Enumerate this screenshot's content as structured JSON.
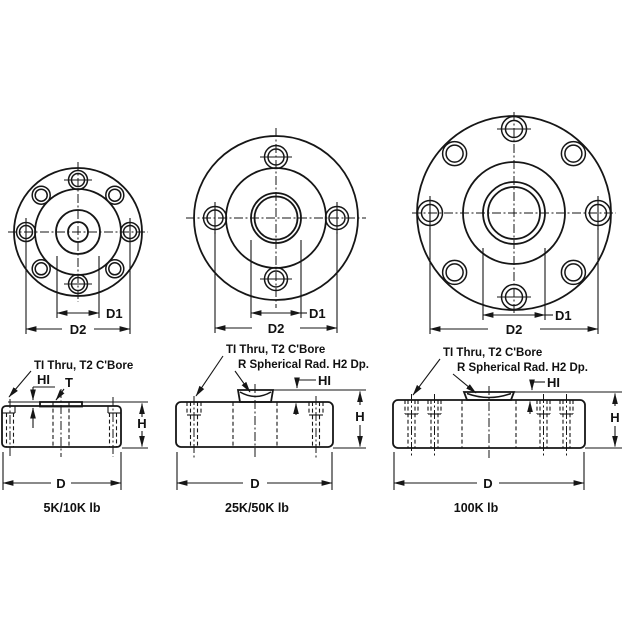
{
  "labels": {
    "d1": "D1",
    "d2": "D2",
    "d": "D",
    "h": "H",
    "h1": "HI",
    "t": "T"
  },
  "annotations": {
    "thru_cbore": "TI Thru, T2 C'Bore",
    "spherical": "R Spherical Rad. H2 Dp."
  },
  "variants": [
    {
      "capacity": "5K/10K lb"
    },
    {
      "capacity": "25K/50K lb"
    },
    {
      "capacity": "100K lb"
    }
  ]
}
